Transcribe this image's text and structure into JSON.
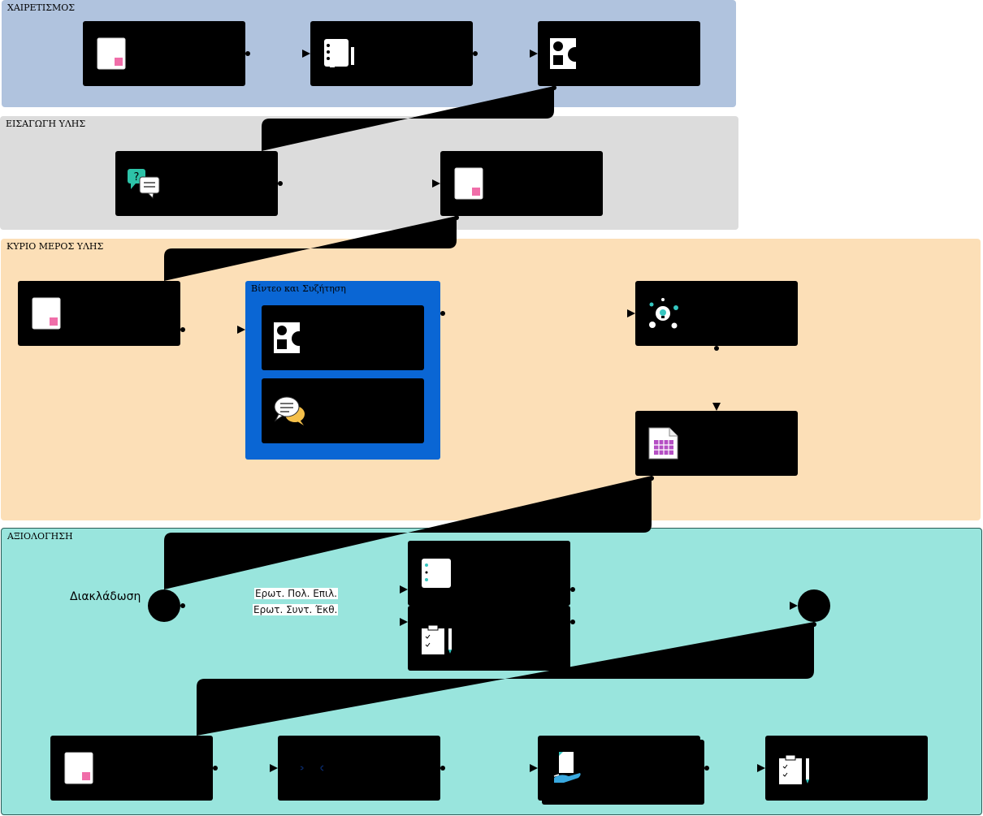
{
  "lanes": {
    "welcome": "ΧΑΙΡΕΤΙΣΜΟΣ",
    "intro": "ΕΙΣΑΓΩΓΗ ΥΛΗΣ",
    "main": "ΚΥΡΙΟ ΜΕΡΟΣ ΥΛΗΣ",
    "assessment": "ΑΞΙΟΛΟΓΗΣΗ"
  },
  "group": {
    "title": "Βίντεο και Συζήτηση"
  },
  "gateway": {
    "label": "Διακλάδωση"
  },
  "conditions": {
    "mcq": "Ερωτ. Πολ. Επιλ.",
    "short": "Ερωτ. Συντ. Έκθ."
  },
  "colors": {
    "lane_welcome": "#b0c3de",
    "lane_intro": "#dcdcdc",
    "lane_main": "#fcdfb7",
    "lane_assessment": "#99e5dd",
    "group": "#0a66d4",
    "node": "#000000",
    "accent_pink": "#f06ea9",
    "accent_teal": "#35c6c0"
  },
  "icons": [
    "page-icon",
    "list-doc-icon",
    "shapes-icon",
    "qa-chat-icon",
    "page-icon",
    "page-icon",
    "shapes-icon",
    "discussion-icon",
    "brainstorm-icon",
    "spreadsheet-icon",
    "mcq-icon",
    "clipboard-pencil-icon",
    "page-icon",
    "arrows-icon",
    "hand-document-icon",
    "clipboard-pencil-icon"
  ]
}
